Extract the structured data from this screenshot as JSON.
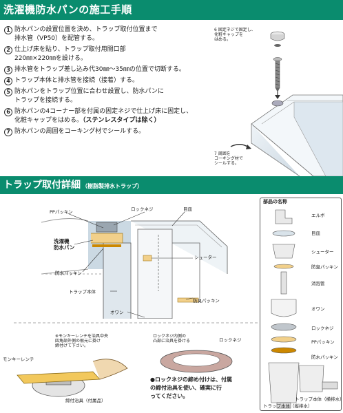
{
  "section1": {
    "title": "洗濯機防水パンの施工手順",
    "steps": [
      {
        "num": "1",
        "text": "防水パンの設置位置を決め、トラップ取付位置まで\n排水管（VP50）を配管する。"
      },
      {
        "num": "2",
        "text": "仕上げ床を貼り、トラップ取付用開口部\n220㎜×220㎜を設ける。"
      },
      {
        "num": "3",
        "text": "排水管をトラップ差し込み代30㎜〜35㎜の位置で切断する。"
      },
      {
        "num": "4",
        "text": "トラップ本体と排水管を接続（接着）する。"
      },
      {
        "num": "5",
        "text": "防水パンをトラップ位置に合わせ設置し、防水パンに\nトラップを接続する。"
      },
      {
        "num": "6",
        "text": "防水パンの4コーナー部を付属の固定ネジで仕上げ床に固定し、\n化粧キャップをはめる。",
        "bold_suffix": "（ステンレスタイプは除く）"
      },
      {
        "num": "7",
        "text": "防水パンの周囲をコーキング材でシールする。"
      }
    ],
    "figure_labels": {
      "step6": "6 固定ネジで固定し、\n化粧キャップを\nはめる。",
      "step7": "7 周囲を\nコーキング材で\nシールする。"
    }
  },
  "section2": {
    "title": "トラップ取付詳細",
    "subtitle": "（樹脂製排水トラップ）",
    "diagram_labels": {
      "pp": "PPパッキン",
      "locknut": "ロックネジ",
      "mesh": "目皿",
      "pan": "洗濯機\n防水パン",
      "shooter": "シューター",
      "waterproof": "防水パッキン",
      "body": "トラップ本体",
      "odor": "防臭パッキン",
      "owan": "オワン"
    },
    "tool_note": "※モンキーレンチを治具中央\n四角部外側の根元に掛け\n締付けて下さい。",
    "monkey": "モンキーレンチ",
    "jig": "締付治具（付属品）",
    "lock_note": "ロックネジ内側の\n凸部に治具を掛ける",
    "lock_label": "ロックネジ",
    "bottom_note": "●ロックネジの締め付けは、付属\nの締付治具を使い、確実に行\nってください。"
  },
  "parts": {
    "title": "部品の名称",
    "items": [
      "エルボ",
      "目皿",
      "シューター",
      "防臭パッキン",
      "消泡管",
      "オワン",
      "ロックネジ",
      "PPパッキン",
      "防水パッキン"
    ],
    "body_side": "トラップ本体（横排水）",
    "body_vertical": "トラップ本体（縦排水）"
  }
}
